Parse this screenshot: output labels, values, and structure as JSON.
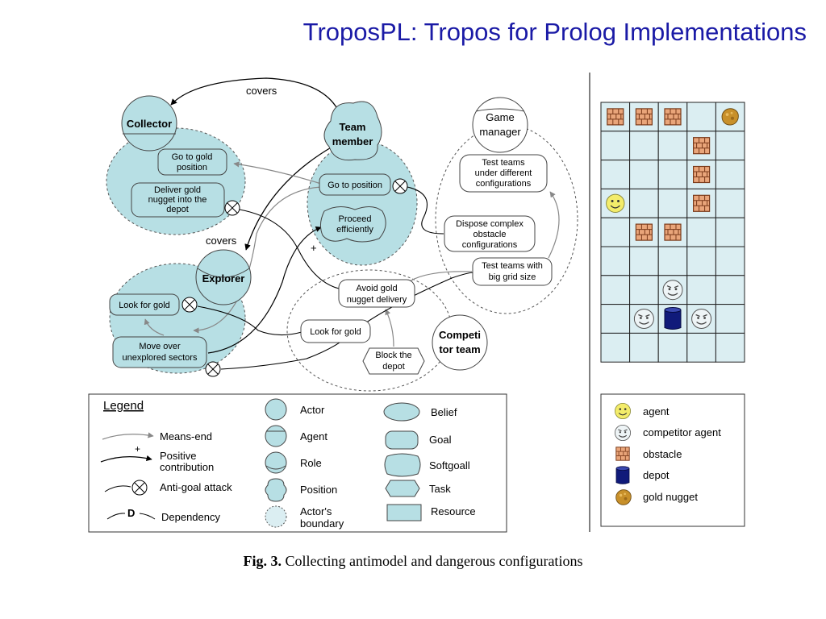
{
  "title": "TroposPL: Tropos for Prolog Implementations",
  "diagram": {
    "actors": {
      "collector": "Collector",
      "team_member": [
        "Team",
        "member"
      ],
      "explorer": "Explorer",
      "game_manager": [
        "Game",
        "manager"
      ],
      "competitor_team": [
        "Competi",
        "tor team"
      ]
    },
    "relations": {
      "covers_top": "covers",
      "covers_left": "covers",
      "plus": "+"
    },
    "goals": {
      "go_to_gold": [
        "Go to gold",
        "position"
      ],
      "deliver_gold": [
        "Deliver gold",
        "nugget into the",
        "depot"
      ],
      "go_to_position": "Go to position",
      "look_for_gold_explorer": "Look for gold",
      "move_over": [
        "Move over",
        "unexplored sectors"
      ],
      "test_teams_diff": [
        "Test teams",
        "under different",
        "configurations"
      ],
      "dispose_complex": [
        "Dispose complex",
        "obstacle",
        "configurations"
      ],
      "test_teams_big": [
        "Test teams with",
        "big grid size"
      ],
      "avoid_gold": [
        "Avoid gold",
        "nugget delivery"
      ],
      "look_for_gold_comp": "Look for gold",
      "block_depot": [
        "Block the",
        "depot"
      ]
    },
    "softgoals": {
      "proceed": [
        "Proceed",
        "efficiently"
      ]
    }
  },
  "legend": {
    "heading": "Legend",
    "links": {
      "means_end": "Means-end",
      "positive": [
        "Positive",
        "contribution"
      ],
      "positive_sign": "+",
      "anti_goal": "Anti-goal attack",
      "dependency": "Dependency",
      "dependency_letter": "D"
    },
    "shapes": {
      "actor": "Actor",
      "agent": "Agent",
      "role": "Role",
      "position": "Position",
      "boundary": [
        "Actor's",
        "boundary"
      ],
      "belief": "Belief",
      "goal": "Goal",
      "softgoal": "Softgoall",
      "task": "Task",
      "resource": "Resource"
    }
  },
  "grid": {
    "rows": 9,
    "cols": 5,
    "cells": [
      [
        "obstacle",
        "obstacle",
        "obstacle",
        "",
        "gold"
      ],
      [
        "",
        "",
        "",
        "obstacle",
        ""
      ],
      [
        "",
        "",
        "",
        "obstacle",
        ""
      ],
      [
        "agent",
        "",
        "",
        "obstacle",
        ""
      ],
      [
        "",
        "obstacle",
        "obstacle",
        "",
        ""
      ],
      [
        "",
        "",
        "",
        "",
        ""
      ],
      [
        "",
        "",
        "competitor",
        "",
        ""
      ],
      [
        "",
        "competitor",
        "depot",
        "competitor",
        ""
      ],
      [
        "",
        "",
        "",
        "",
        ""
      ]
    ]
  },
  "grid_legend": {
    "agent": "agent",
    "competitor": "competitor agent",
    "obstacle": "obstacle",
    "depot": "depot",
    "gold": "gold nugget"
  },
  "caption": {
    "label": "Fig. 3.",
    "text": "Collecting antimodel and dangerous configurations"
  },
  "colors": {
    "title": "#1a1aa6",
    "fill": "#b7dfe4",
    "cell": "#dbeef2",
    "brick": "#e9a57a",
    "depot": "#101a7a",
    "gold": "#c8902a",
    "smiley": "#f3ec6a"
  }
}
